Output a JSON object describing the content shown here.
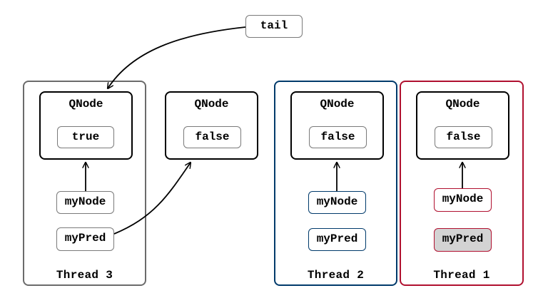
{
  "tail": {
    "label": "tail"
  },
  "colors": {
    "gray": "#6b6b6b",
    "blue": "#003a6b",
    "red": "#b0102f",
    "filled": "#d3d3d3"
  },
  "free_qnode": {
    "title": "QNode",
    "value": "false"
  },
  "threads": [
    {
      "label": "Thread 3",
      "qnode_title": "QNode",
      "qnode_value": "true",
      "my_node": "myNode",
      "my_pred": "myPred"
    },
    {
      "label": "Thread 2",
      "qnode_title": "QNode",
      "qnode_value": "false",
      "my_node": "myNode",
      "my_pred": "myPred"
    },
    {
      "label": "Thread 1",
      "qnode_title": "QNode",
      "qnode_value": "false",
      "my_node": "myNode",
      "my_pred": "myPred"
    }
  ]
}
